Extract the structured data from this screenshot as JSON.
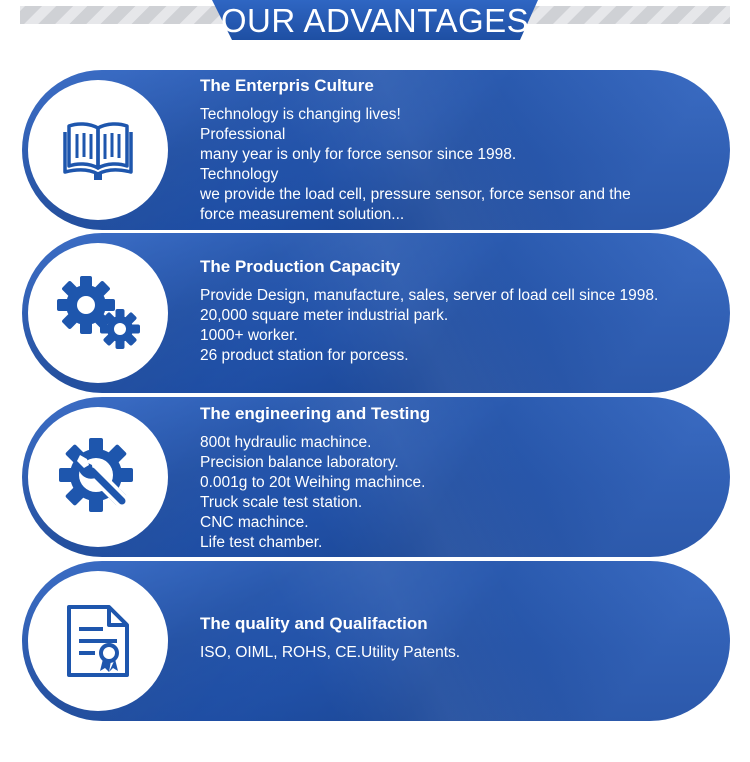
{
  "header": {
    "title": "OUR ADVANTAGES"
  },
  "colors": {
    "primary": "#2456b0",
    "icon": "#1e56ad",
    "header_stripes": "#cfd1d5"
  },
  "sections": [
    {
      "icon": "book-icon",
      "title": "The Enterpris Culture",
      "lines": [
        "Technology is changing lives!",
        "Professional",
        "many year is only for force sensor since 1998.",
        "Technology",
        "we provide the load cell, pressure sensor, force sensor and the",
        "force measurement solution..."
      ]
    },
    {
      "icon": "gears-icon",
      "title": "The Production Capacity",
      "lines": [
        "Provide Design, manufacture, sales, server of load cell since 1998.",
        "20,000 square meter industrial park.",
        "1000+ worker.",
        "26 product station for porcess."
      ]
    },
    {
      "icon": "gear-wrench-icon",
      "title": "The engineering and Testing",
      "lines": [
        "800t hydraulic machince.",
        "Precision balance laboratory.",
        "0.001g to 20t Weihing machince.",
        "Truck scale test station.",
        "CNC machince.",
        "Life test chamber."
      ]
    },
    {
      "icon": "certificate-icon",
      "title": "The quality and Qualifaction",
      "lines": [
        "ISO, OIML, ROHS, CE.Utility Patents."
      ]
    }
  ]
}
